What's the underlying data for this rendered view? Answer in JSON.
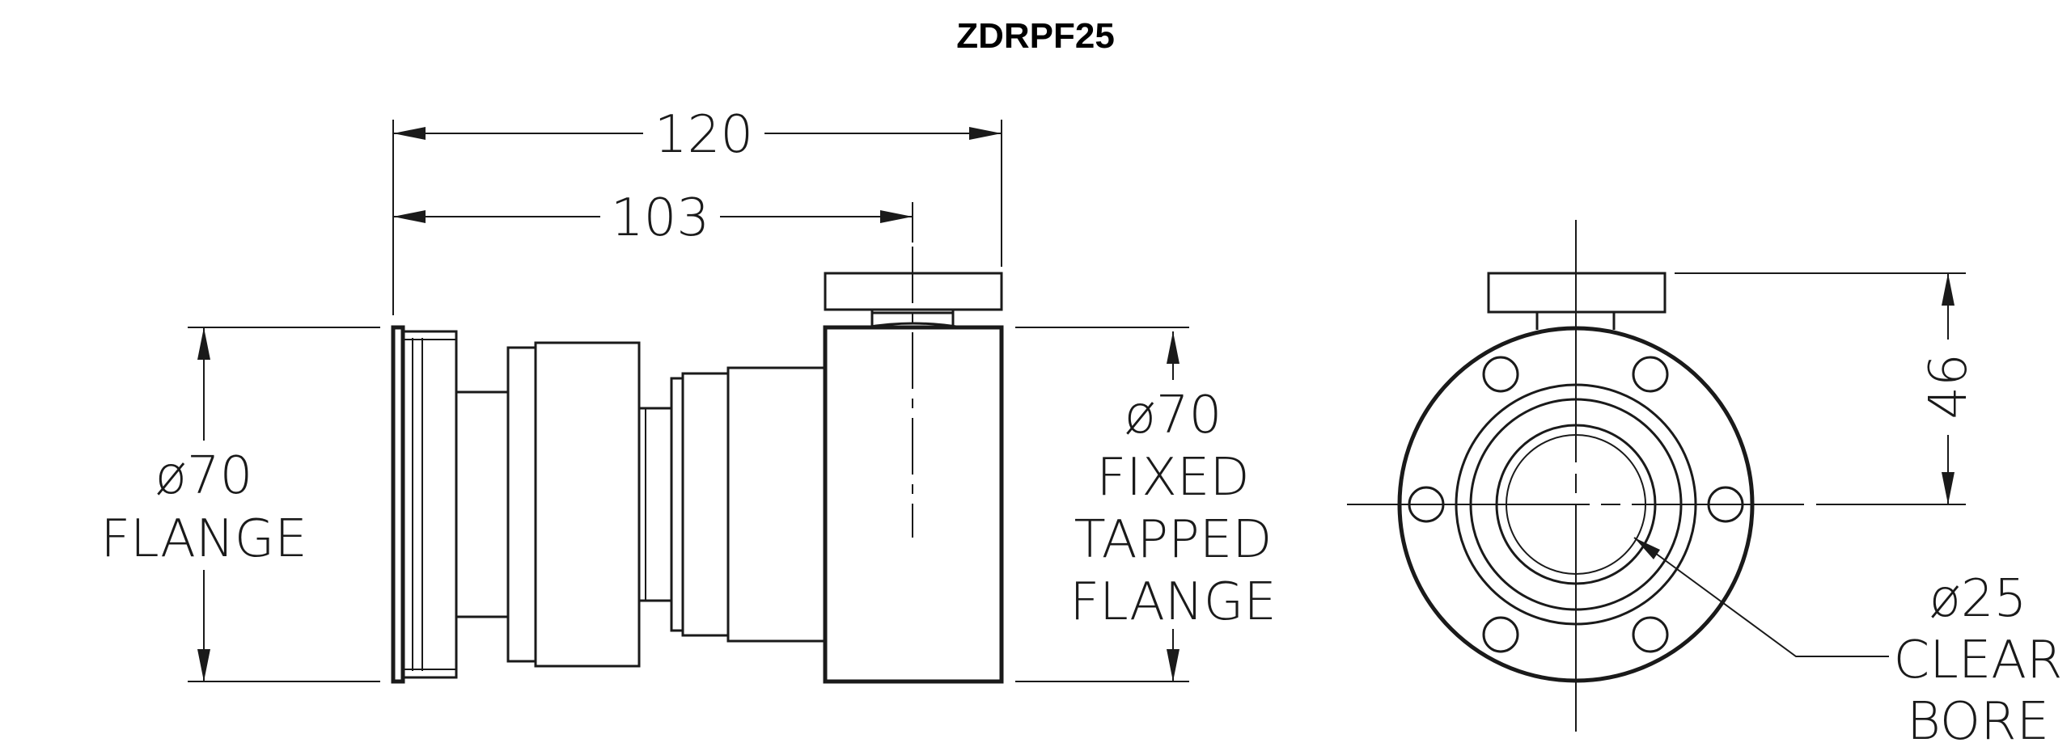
{
  "title": "ZDRPF25",
  "side_view": {
    "overall_length": "120",
    "length_to_axis": "103",
    "left_flange": [
      "ø70",
      "FLANGE"
    ],
    "right_flange": [
      "ø70",
      "FIXED",
      "TAPPED",
      "FLANGE"
    ]
  },
  "end_view": {
    "height_dim": "46",
    "bore": [
      "ø25",
      "CLEAR",
      "BORE"
    ]
  }
}
